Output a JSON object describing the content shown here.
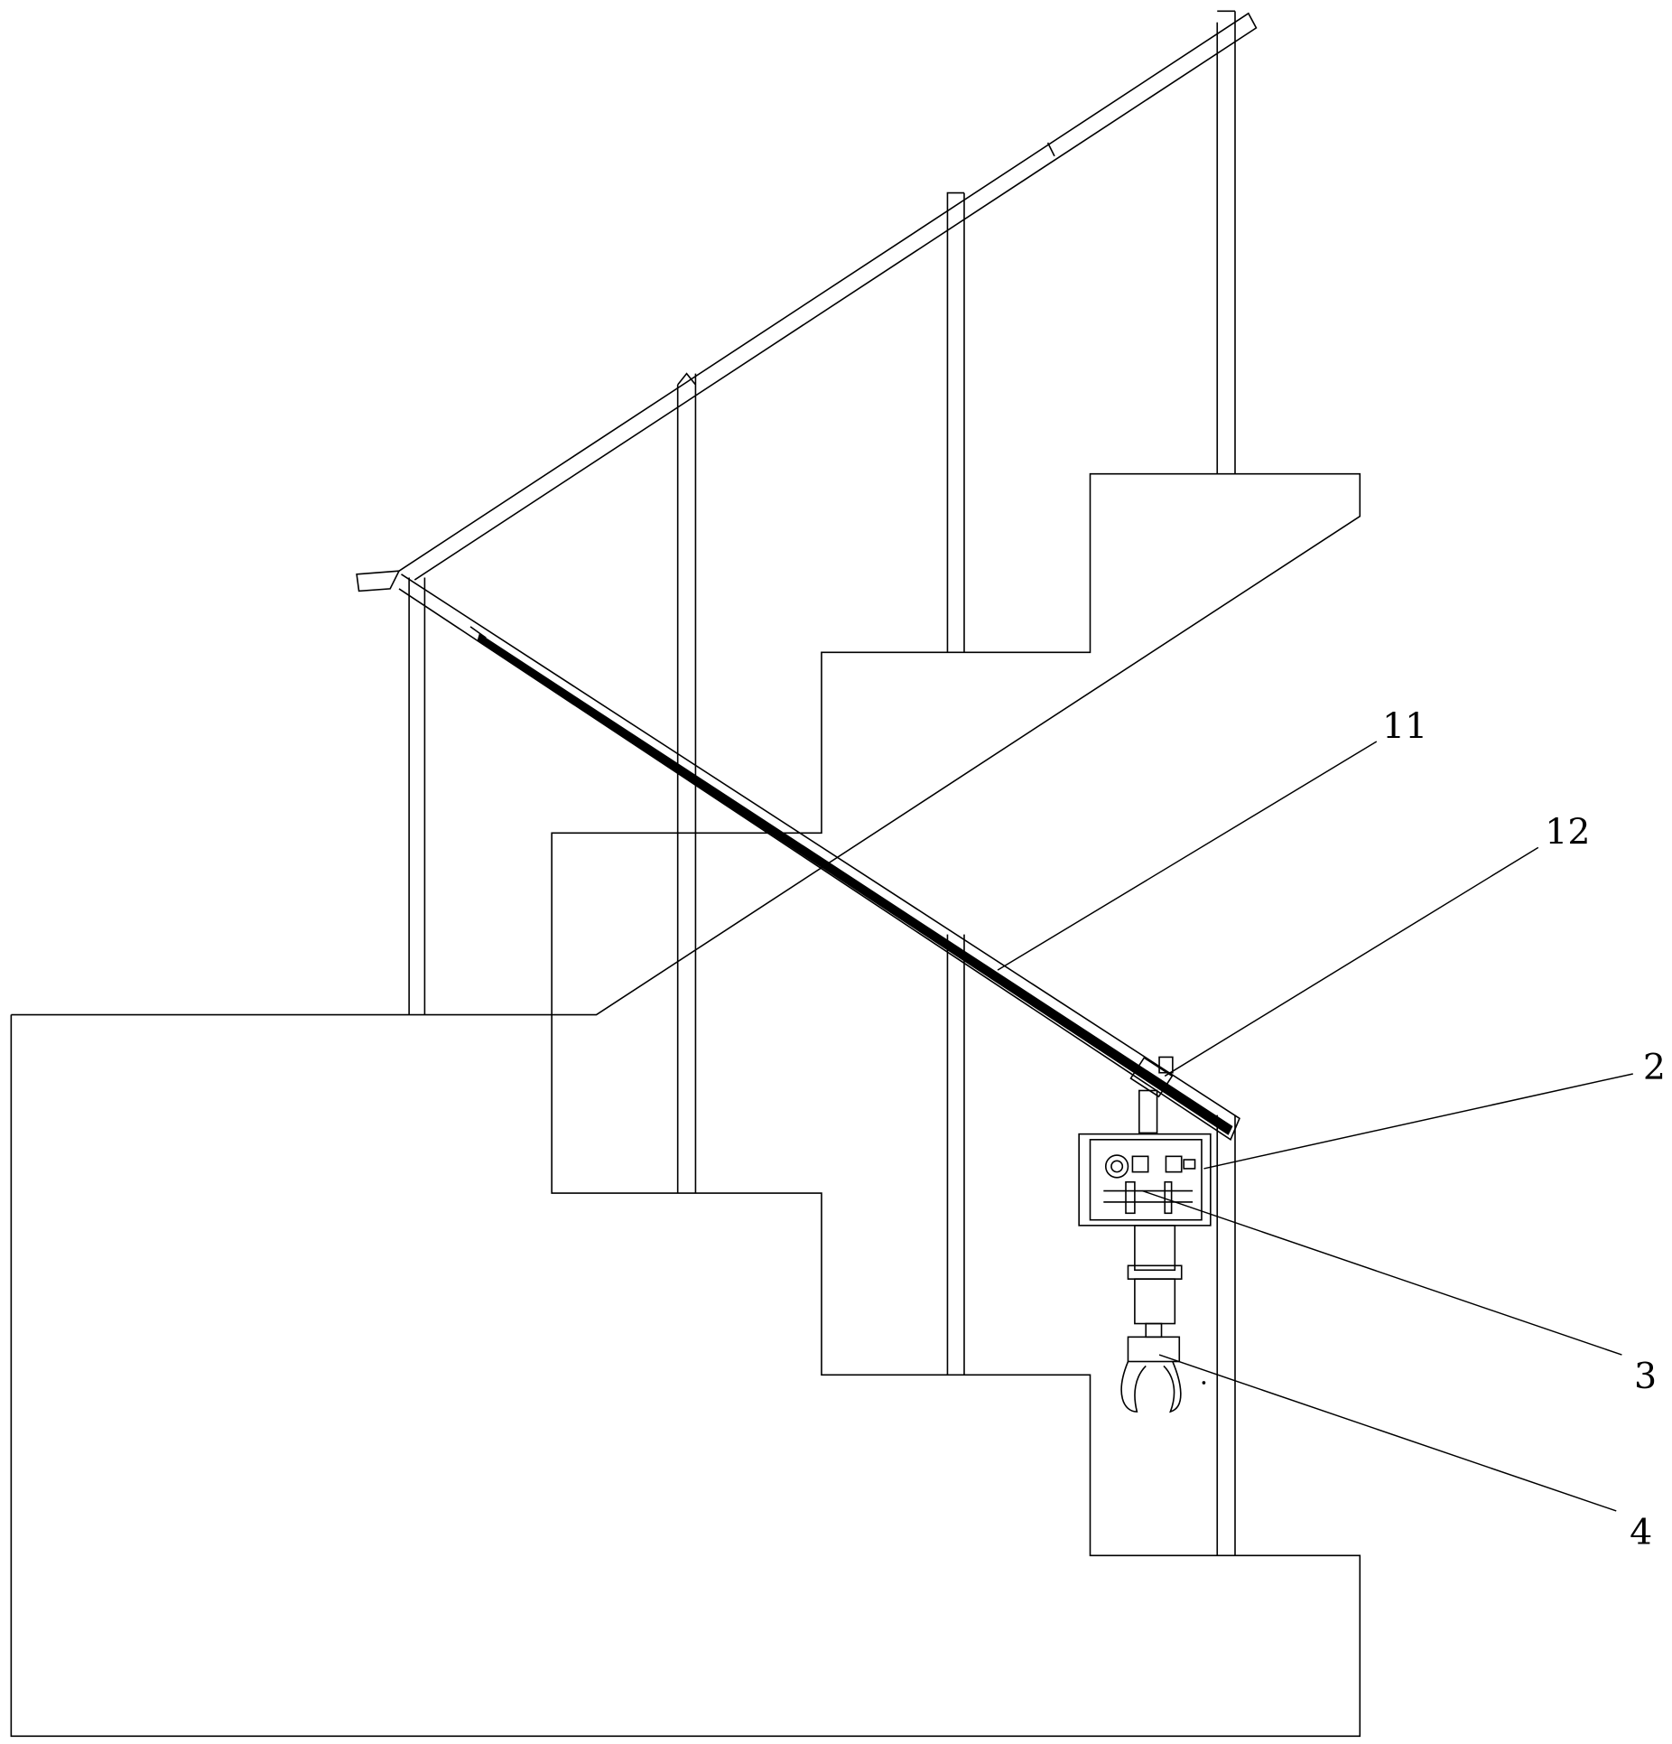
{
  "figure": {
    "labels": {
      "rail": "11",
      "slider": "12",
      "housing": "2",
      "drive": "3",
      "gripper": "4"
    }
  }
}
